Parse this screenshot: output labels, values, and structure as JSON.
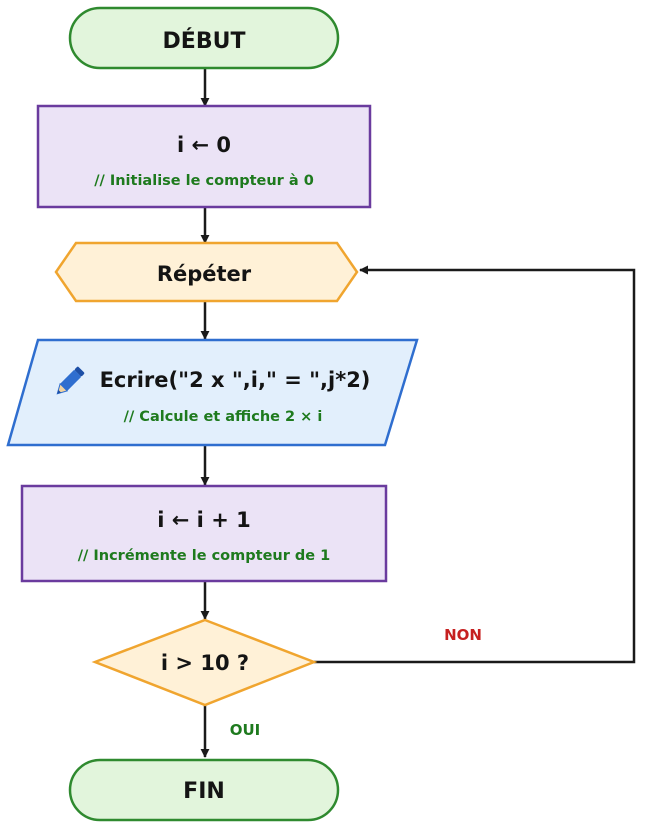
{
  "flowchart": {
    "start": {
      "label": "DÉBUT"
    },
    "init": {
      "label": "i ← 0",
      "comment": "// Initialise le compteur à 0"
    },
    "loop": {
      "label": "Répéter"
    },
    "write": {
      "label": "Ecrire(\"2 x \",i,\" = \",j*2)",
      "comment": "// Calcule et affiche 2 × i",
      "icon": "pencil-icon"
    },
    "increment": {
      "label": "i ← i + 1",
      "comment": "// Incrémente le compteur de 1"
    },
    "decision": {
      "label": "i > 10 ?",
      "yes_label": "OUI",
      "no_label": "NON"
    },
    "end": {
      "label": "FIN"
    }
  },
  "colors": {
    "terminal_fill": "#e2f5dc",
    "terminal_stroke": "#2f8a2f",
    "process_fill": "#ebe3f6",
    "process_stroke": "#6a3b9e",
    "loop_fill": "#fff1d7",
    "loop_stroke": "#f0a52f",
    "io_fill": "#e2effc",
    "io_stroke": "#2f6ecf",
    "decision_fill": "#fff1d7",
    "decision_stroke": "#f0a52f",
    "comment": "#1e7a1e",
    "yes": "#1e7a1e",
    "no": "#c62020",
    "arrow": "#1a1a1a"
  }
}
